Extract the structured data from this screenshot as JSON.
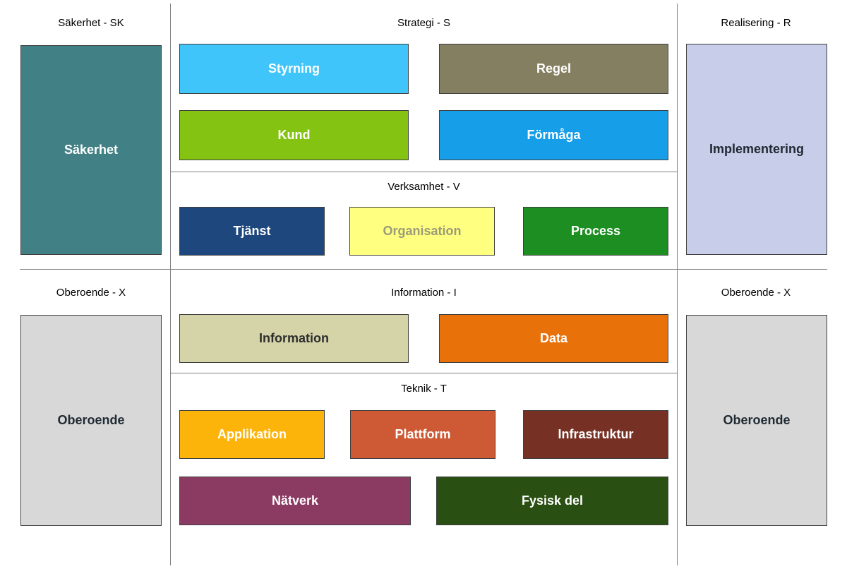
{
  "sections": {
    "sakerhet": {
      "heading": "Säkerhet - SK",
      "boxes": [
        {
          "label": "Säkerhet",
          "color": "#418084",
          "text_color": "#ffffff"
        }
      ]
    },
    "strategi": {
      "heading": "Strategi - S",
      "boxes": [
        {
          "label": "Styrning",
          "color": "#40c5fa",
          "text_color": "#ffffff"
        },
        {
          "label": "Regel",
          "color": "#857f62",
          "text_color": "#ffffff"
        },
        {
          "label": "Kund",
          "color": "#84c312",
          "text_color": "#ffffff"
        },
        {
          "label": "Förmåga",
          "color": "#179ee8",
          "text_color": "#ffffff"
        }
      ]
    },
    "realisering": {
      "heading": "Realisering - R",
      "boxes": [
        {
          "label": "Implementering",
          "color": "#c8cde9",
          "text_color": "#1f2a33"
        }
      ]
    },
    "verksamhet": {
      "heading": "Verksamhet - V",
      "boxes": [
        {
          "label": "Tjänst",
          "color": "#1e477e",
          "text_color": "#ffffff"
        },
        {
          "label": "Organisation",
          "color": "#ffff80",
          "text_color": "#9b9b7a"
        },
        {
          "label": "Process",
          "color": "#1d8e22",
          "text_color": "#ffffff"
        }
      ]
    },
    "oberoende_left": {
      "heading": "Oberoende - X",
      "boxes": [
        {
          "label": "Oberoende",
          "color": "#d8d8d8",
          "text_color": "#1f2a33"
        }
      ]
    },
    "information": {
      "heading": "Information - I",
      "boxes": [
        {
          "label": "Information",
          "color": "#d5d4a8",
          "text_color": "#2e2e2e"
        },
        {
          "label": "Data",
          "color": "#e8710a",
          "text_color": "#ffffff"
        }
      ]
    },
    "oberoende_right": {
      "heading": "Oberoende - X",
      "boxes": [
        {
          "label": "Oberoende",
          "color": "#d8d8d8",
          "text_color": "#1f2a33"
        }
      ]
    },
    "teknik": {
      "heading": "Teknik - T",
      "boxes": [
        {
          "label": "Applikation",
          "color": "#fcb40b",
          "text_color": "#ffffff"
        },
        {
          "label": "Plattform",
          "color": "#cd5a35",
          "text_color": "#ffffff"
        },
        {
          "label": "Infrastruktur",
          "color": "#773124",
          "text_color": "#ffffff"
        },
        {
          "label": "Nätverk",
          "color": "#8b3a62",
          "text_color": "#ffffff"
        },
        {
          "label": "Fysisk del",
          "color": "#2a4f12",
          "text_color": "#ffffff"
        }
      ]
    }
  }
}
